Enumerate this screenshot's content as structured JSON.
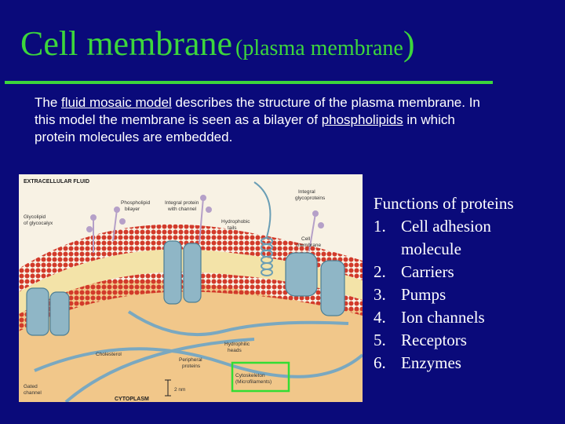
{
  "slide": {
    "title_main": "Cell membrane",
    "title_sub": "(plasma membrane",
    "title_close": ")",
    "intro": {
      "t1": "The ",
      "t2": "fluid mosaic model",
      "t3": " describes the structure of the plasma membrane. In this model the membrane is seen as a bilayer of ",
      "t4": "phospholipids",
      "t5": " in which protein molecules are embedded."
    }
  },
  "figure": {
    "extracellular": "EXTRACELLULAR FLUID",
    "cytoplasm": "CYTOPLASM",
    "scale": "2 nm",
    "labels": {
      "glycolipid_1": "Glycolipid",
      "glycolipid_2": "of glycocalyx",
      "phospholipid_1": "Phospholipid",
      "phospholipid_2": "bilayer",
      "integral_channel_1": "Integral protein",
      "integral_channel_2": "with channel",
      "hydrophobic_1": "Hydrophobic",
      "hydrophobic_2": "tails",
      "integral_glyco_1": "Integral",
      "integral_glyco_2": "glycoproteins",
      "cell_membrane_1": "Cell",
      "cell_membrane_2": "membrane",
      "cholesterol": "Cholesterol",
      "peripheral_1": "Peripheral",
      "peripheral_2": "proteins",
      "hydrophilic_1": "Hydrophilic",
      "hydrophilic_2": "heads",
      "cytoskeleton_1": "Cytoskeleton",
      "cytoskeleton_2": "(Microfilaments)",
      "gated_1": "Gated",
      "gated_2": "channel"
    },
    "colors": {
      "highlight_box": "#33dd33",
      "heads": "#d23a2a",
      "proteins": "#8fb6c6"
    }
  },
  "functions": {
    "heading": "Functions of proteins",
    "items": [
      {
        "num": "1.",
        "text": "Cell adhesion"
      },
      {
        "num": "",
        "text": "molecule"
      },
      {
        "num": "2.",
        "text": "Carriers"
      },
      {
        "num": "3.",
        "text": "Pumps"
      },
      {
        "num": "4.",
        "text": "Ion channels"
      },
      {
        "num": "5.",
        "text": "Receptors"
      },
      {
        "num": "6.",
        "text": "Enzymes"
      }
    ]
  }
}
